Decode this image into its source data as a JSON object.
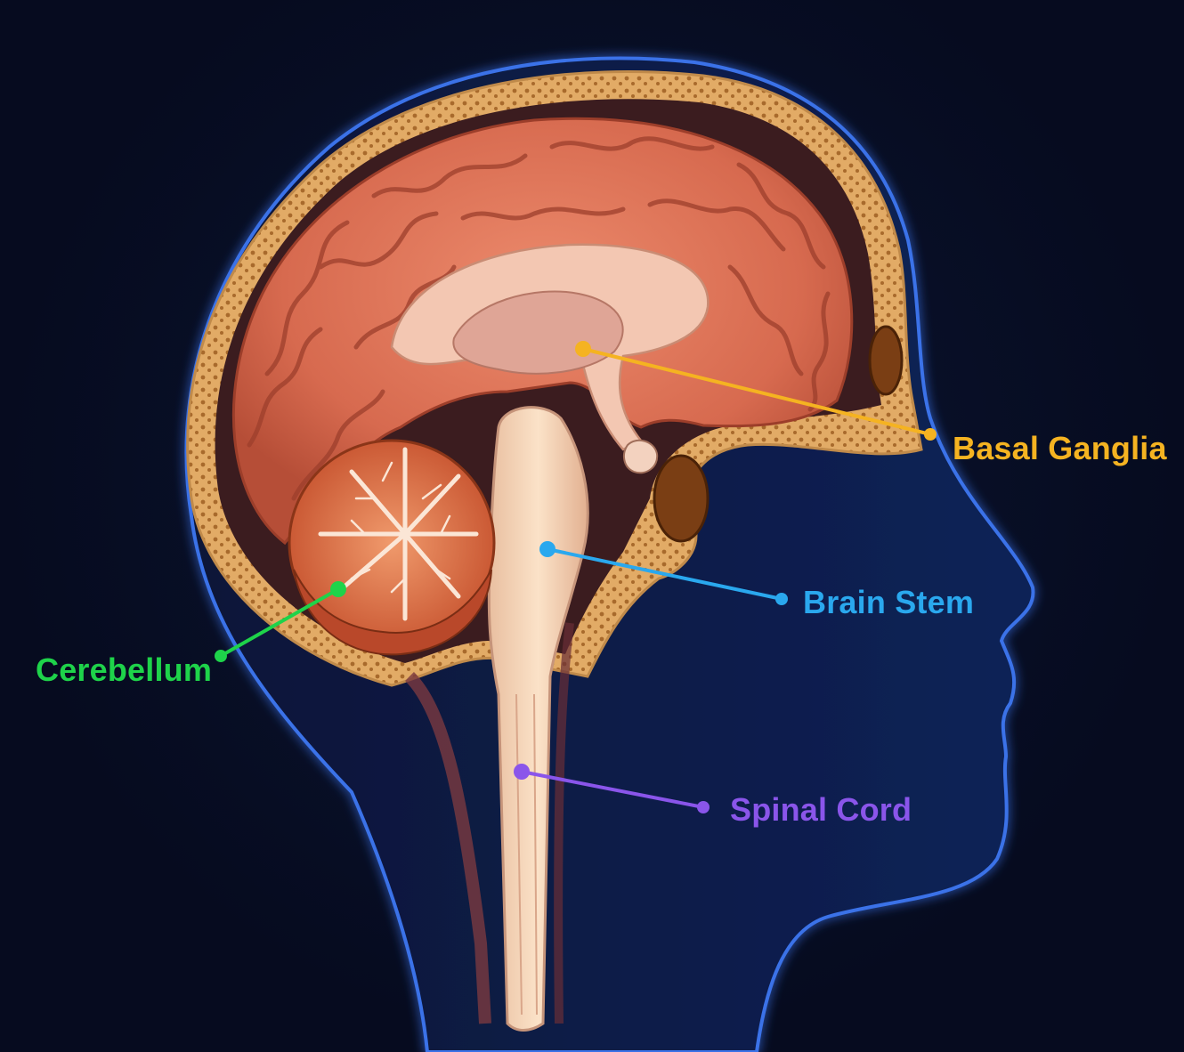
{
  "labels": {
    "basal_ganglia": {
      "text": "Basal Ganglia",
      "color": "#f5b321"
    },
    "brain_stem": {
      "text": "Brain Stem",
      "color": "#2aa8ee"
    },
    "cerebellum": {
      "text": "Cerebellum",
      "color": "#1ed34a"
    },
    "spinal_cord": {
      "text": "Spinal Cord",
      "color": "#8a55ea"
    }
  },
  "colors": {
    "background": "#060b1f",
    "silhouette_glow": "#2f63d6",
    "silhouette_fill": "#0a1a44",
    "skull": "#e9b873",
    "cerebrum": "#d9745a",
    "cerebellum_tissue": "#d8643f",
    "brainstem": "#f4d3b4"
  }
}
